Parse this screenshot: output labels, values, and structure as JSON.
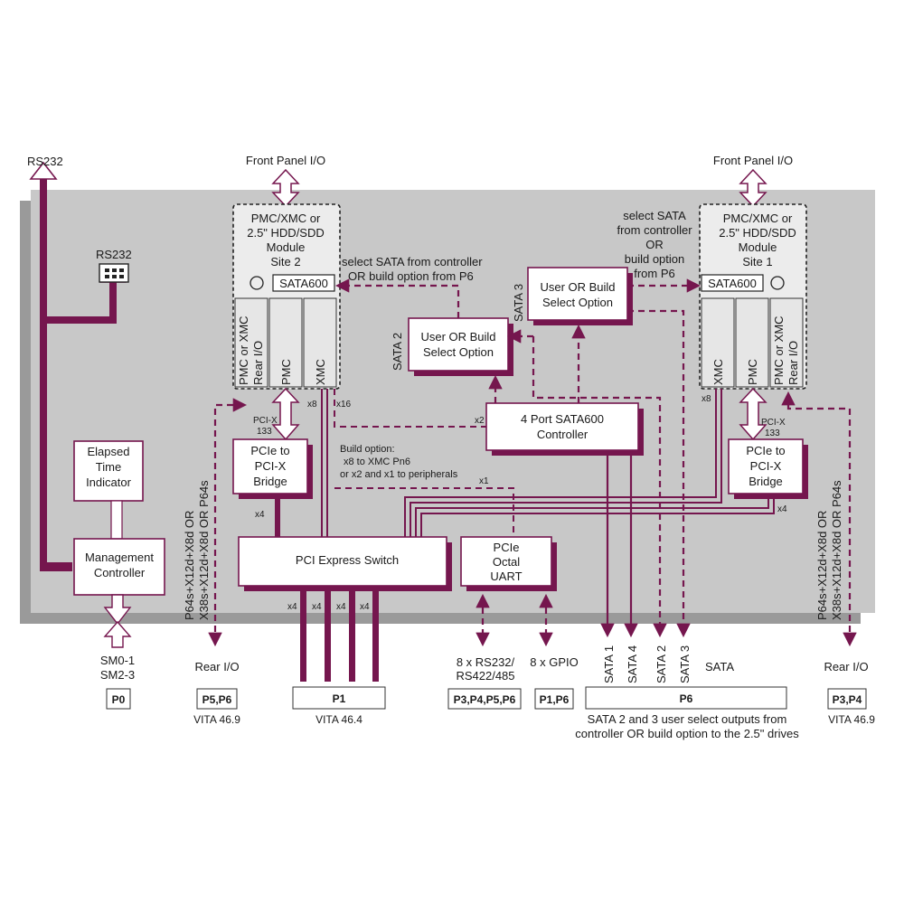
{
  "external": {
    "rs232_top": "RS232",
    "front_panel_left": "Front Panel I/O",
    "front_panel_right": "Front Panel I/O",
    "rs232_header": "RS232"
  },
  "site2": {
    "l1": "PMC/XMC or",
    "l2": "2.5\" HDD/SDD",
    "l3": "Module",
    "l4": "Site 2",
    "sata": "SATA600",
    "col_a": "PMC or XMC",
    "col_a2": "Rear I/O",
    "col_b": "PMC",
    "col_c": "XMC"
  },
  "site1": {
    "l1": "PMC/XMC or",
    "l2": "2.5\" HDD/SDD",
    "l3": "Module",
    "l4": "Site 1",
    "sata": "SATA600",
    "col_a": "XMC",
    "col_b": "PMC",
    "col_c": "PMC or XMC",
    "col_c2": "Rear I/O"
  },
  "notes": {
    "select_left_1": "select SATA from controller",
    "select_left_2": "OR build option from P6",
    "select_right_1": "select SATA",
    "select_right_2": "from controller",
    "select_right_3": "OR",
    "select_right_4": "build option",
    "select_right_5": "from P6",
    "build_1": "Build option:",
    "build_2": "x8 to XMC Pn6",
    "build_3": "or x2 and x1 to peripherals",
    "bottom_1": "SATA 2 and 3 user select outputs from",
    "bottom_2": "controller OR build option to the 2.5\" drives"
  },
  "blocks": {
    "user_build_1a": "User OR Build",
    "user_build_1b": "Select   Option",
    "user_build_2a": "User OR Build",
    "user_build_2b": "Select   Option",
    "sata_ctrl_1": "4 Port SATA600",
    "sata_ctrl_2": "Controller",
    "elapsed_1": "Elapsed",
    "elapsed_2": "Time",
    "elapsed_3": "Indicator",
    "mgmt_1": "Management",
    "mgmt_2": "Controller",
    "bridge_l_1": "PCIe to",
    "bridge_l_2": "PCI-X",
    "bridge_l_3": "Bridge",
    "bridge_r_1": "PCIe to",
    "bridge_r_2": "PCI-X",
    "bridge_r_3": "Bridge",
    "pcie_switch": "PCI Express Switch",
    "uart_1": "PCIe",
    "uart_2": "Octal",
    "uart_3": "UART"
  },
  "labels": {
    "sata2_side": "SATA 2",
    "sata3_side": "SATA 3",
    "pcix_l_1": "PCI-X",
    "pcix_l_2": "133",
    "pcix_r_1": "PCI-X",
    "pcix_r_2": "133",
    "x8_l": "x8",
    "x16": "x16",
    "x2": "x2",
    "x1": "x1",
    "x8_r": "x8",
    "x4_bridge_l": "x4",
    "x4_bridge_r": "x4",
    "x4_a": "x4",
    "x4_b": "x4",
    "x4_c": "x4",
    "x4_d": "x4",
    "rear_io_vert_left_1": "P64s+X12d+X8d OR",
    "rear_io_vert_left_2": "X38s+X12d+X8d OR P64s",
    "rear_io_vert_right_1": "P64s+X12d+X8d OR",
    "rear_io_vert_right_2": "X38s+X12d+X8d OR P64s",
    "sata1": "SATA 1",
    "sata4": "SATA 4",
    "sata2": "SATA 2",
    "sata3": "SATA 3",
    "sata": "SATA"
  },
  "connectors": {
    "sm_1": "SM0-1",
    "sm_2": "SM2-3",
    "p0": "P0",
    "rear_io_left": "Rear I/O",
    "p5p6": "P5,P6",
    "vita_469_left": "VITA 46.9",
    "p1": "P1",
    "vita_464": "VITA 46.4",
    "serial_1": "8 x RS232/",
    "serial_2": "RS422/485",
    "p3456": "P3,P4,P5,P6",
    "gpio": "8 x GPIO",
    "p1p6": "P1,P6",
    "p6": "P6",
    "rear_io_right": "Rear I/O",
    "p3p4": "P3,P4",
    "vita_469_right": "VITA 46.9"
  },
  "colors": {
    "accent": "#75164e",
    "board": "#c8c8c8",
    "shadow": "#9a9a9a"
  }
}
